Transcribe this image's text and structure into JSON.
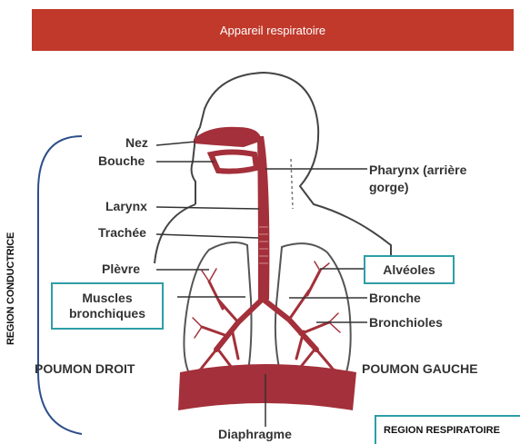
{
  "title": "Appareil respiratoire",
  "side_label": "REGION CONDUCTRICE",
  "labels": {
    "nez": "Nez",
    "bouche": "Bouche",
    "larynx": "Larynx",
    "trachee": "Trachée",
    "plevre": "Plèvre",
    "muscles": "Muscles bronchiques",
    "poumon_droit": "POUMON DROIT",
    "pharynx": "Pharynx (arrière gorge)",
    "alveoles": "Alvéoles",
    "bronche": "Bronche",
    "bronchioles": "Bronchioles",
    "poumon_gauche": "POUMON GAUCHE",
    "diaphragme": "Diaphragme"
  },
  "region_respiratoire": "REGION RESPIRATOIRE",
  "colors": {
    "banner": "#c0392b",
    "box_border": "#2e9ea6",
    "organ": "#a3303a",
    "outline": "#555555"
  }
}
